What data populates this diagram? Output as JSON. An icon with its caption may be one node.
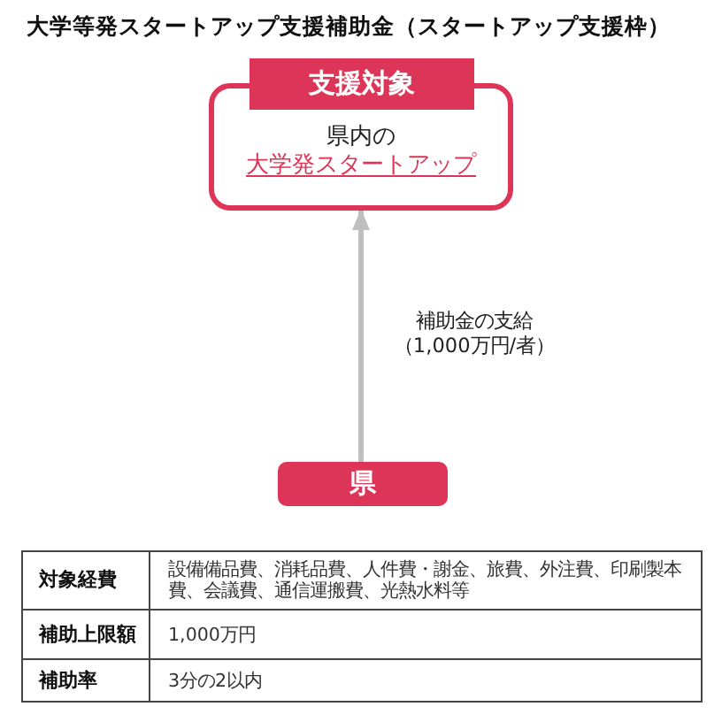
{
  "diagram": {
    "title": "大学等発スタートアップ支援補助金（スタートアップ支援枠）",
    "nodes": [
      {
        "text": [
          "支援対象",
          "県内の",
          "大学発スタートアップ"
        ]
      },
      {
        "text": [
          "県"
        ]
      }
    ],
    "edges": [
      {
        "from": 1,
        "to": 0,
        "arrow": "to",
        "label": "補助金の支給（1,000万円/者）"
      }
    ],
    "labels": [
      "対象経費",
      "設備備品費、消耗品費、人件費・謝金、旅費、外注費、印刷製本費、会議費、通信運搬費、光熱水料等",
      "補助上限額",
      "1,000万円",
      "補助率",
      "3分の2以内"
    ]
  }
}
